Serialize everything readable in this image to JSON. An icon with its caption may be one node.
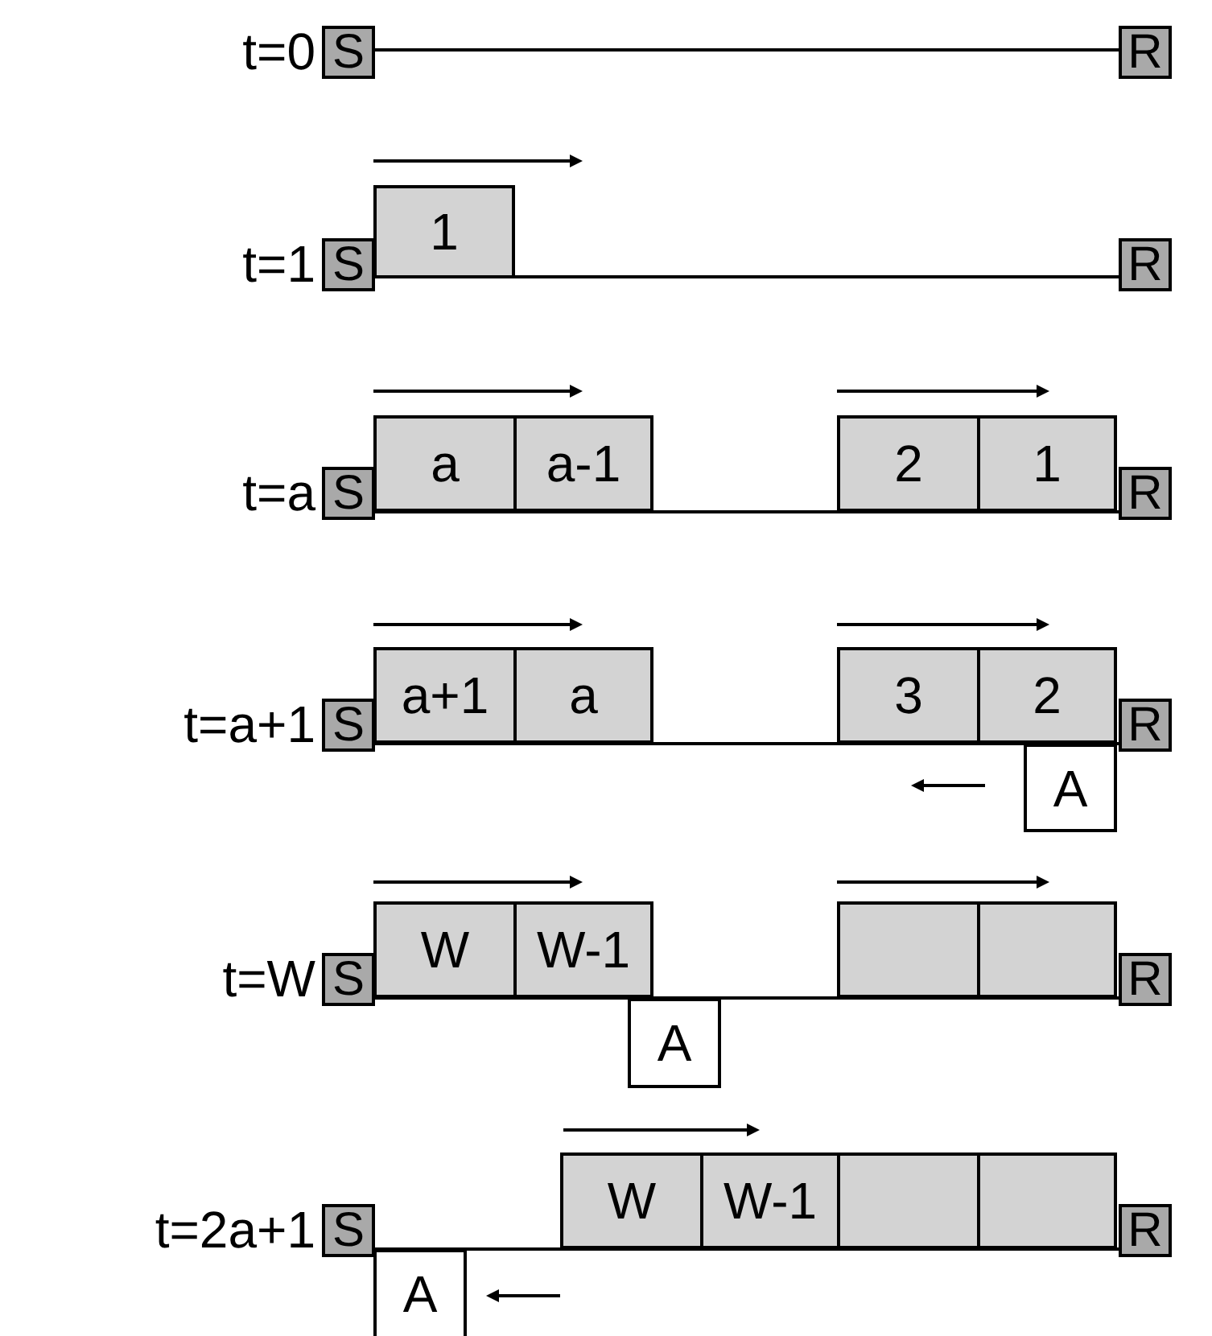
{
  "diagram": {
    "nodes": [
      {
        "text": [
          "S"
        ]
      },
      {
        "text": [
          "R"
        ]
      },
      {
        "text": [
          "S"
        ]
      },
      {
        "text": [
          "1"
        ]
      },
      {
        "text": [
          "R"
        ]
      },
      {
        "text": [
          "S"
        ]
      },
      {
        "text": [
          "a"
        ]
      },
      {
        "text": [
          "a-1"
        ]
      },
      {
        "text": [
          "2"
        ]
      },
      {
        "text": [
          "1"
        ]
      },
      {
        "text": [
          "R"
        ]
      },
      {
        "text": [
          "S"
        ]
      },
      {
        "text": [
          "a+1"
        ]
      },
      {
        "text": [
          "a"
        ]
      },
      {
        "text": [
          "3"
        ]
      },
      {
        "text": [
          "2"
        ]
      },
      {
        "text": [
          "R"
        ]
      },
      {
        "text": [
          "A"
        ]
      },
      {
        "text": [
          "S"
        ]
      },
      {
        "text": [
          "W"
        ]
      },
      {
        "text": [
          "W-1"
        ]
      },
      {
        "text": [
          "A"
        ]
      },
      {
        "text": [],
        "shape": "box"
      },
      {
        "text": [],
        "shape": "box"
      },
      {
        "text": [
          "R"
        ]
      },
      {
        "text": [
          "S"
        ]
      },
      {
        "text": [
          "A"
        ]
      },
      {
        "text": [
          "W"
        ]
      },
      {
        "text": [
          "W-1"
        ]
      },
      {
        "text": [],
        "shape": "box"
      },
      {
        "text": [],
        "shape": "box"
      },
      {
        "text": [
          "R"
        ]
      }
    ],
    "edges": [
      {
        "from": 0,
        "to": 1,
        "arrow": "none"
      },
      {
        "from": 2,
        "to": 4,
        "arrow": "none"
      },
      {
        "from": 5,
        "to": 10,
        "arrow": "none"
      },
      {
        "from": 11,
        "to": 16,
        "arrow": "none"
      },
      {
        "from": 18,
        "to": 24,
        "arrow": "none"
      },
      {
        "from": 25,
        "to": 31,
        "arrow": "none"
      }
    ],
    "labels": [
      "t=0",
      "t=1",
      "t=a",
      "t=a+1",
      "t=W",
      "t=2a+1"
    ]
  }
}
